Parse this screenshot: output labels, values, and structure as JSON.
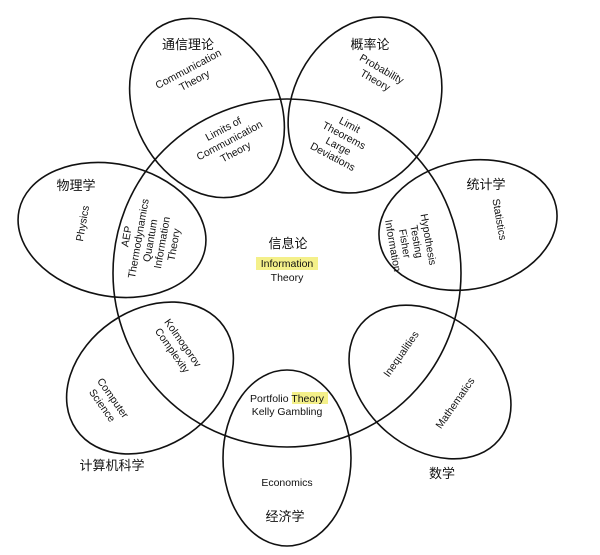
{
  "center": {
    "zh": "信息论",
    "line1": "Information",
    "line2": "Theory"
  },
  "petals": {
    "communication": {
      "zh": "通信理论",
      "outer": [
        "Communication",
        "Theory"
      ],
      "overlap": [
        "Limits of",
        "Communication",
        "Theory"
      ]
    },
    "probability": {
      "zh": "概率论",
      "outer": [
        "Probability",
        "Theory"
      ],
      "overlap": [
        "Limit",
        "Theorems",
        "Large",
        "Deviations"
      ]
    },
    "physics": {
      "zh": "物理学",
      "outer": [
        "Physics"
      ],
      "overlap": [
        "AEP",
        "Thermodynamics",
        "Quantum",
        "Information",
        "Theory"
      ]
    },
    "statistics": {
      "zh": "统计学",
      "outer": [
        "Statistics"
      ],
      "overlap": [
        "Hypothesis",
        "Testing",
        "Fisher",
        "Information"
      ]
    },
    "computer_science": {
      "zh": "计算机科学",
      "outer": [
        "Computer",
        "Science"
      ],
      "overlap": [
        "Kolmogorov",
        "Complexity"
      ]
    },
    "mathematics": {
      "zh": "数学",
      "outer": [
        "Mathematics"
      ],
      "overlap": [
        "Inequalities"
      ]
    },
    "economics": {
      "zh": "经济学",
      "outer": [
        "Economics"
      ],
      "overlap": [
        "Portfolio Theory",
        "Kelly Gambling"
      ]
    }
  },
  "highlight_color": "#f4f08a"
}
